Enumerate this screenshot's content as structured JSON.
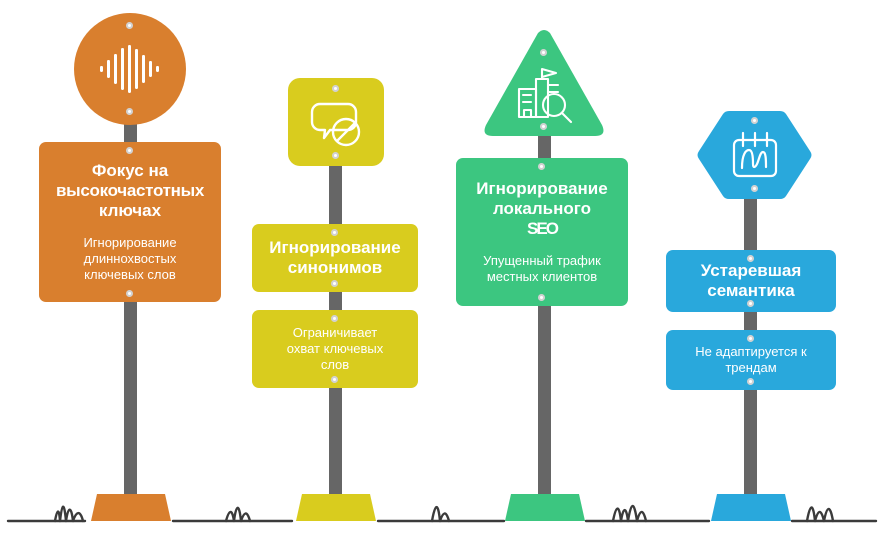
{
  "infographic": {
    "title_visible": false,
    "background": "#ffffff",
    "ground_color": "#3b3b3b"
  },
  "columns": [
    {
      "id": "col-orange",
      "color": "#d97f2e",
      "head_shape": "circle",
      "icon": "audio-waveform-icon",
      "panels": [
        {
          "type": "combined",
          "title": "Фокус на\nвысокочастотных\nключах",
          "subtitle": "Игнорирование\nдлиннохвостых\nключевых слов"
        }
      ]
    },
    {
      "id": "col-yellow",
      "color": "#d9cc1e",
      "head_shape": "rounded-square",
      "icon": "speech-bubble-blocked-icon",
      "panels": [
        {
          "type": "title",
          "title": "Игнорирование\nсинонимов"
        },
        {
          "type": "subtitle",
          "subtitle": "Ограничивает\nохват ключевых\nслов"
        }
      ]
    },
    {
      "id": "col-green",
      "color": "#3cc680",
      "head_shape": "triangle",
      "icon": "city-search-icon",
      "panels": [
        {
          "type": "combined",
          "title": "Игнорирование\nлокального\nSEO",
          "subtitle": "Упущенный трафик\nместных клиентов"
        }
      ]
    },
    {
      "id": "col-blue",
      "color": "#29a8dc",
      "head_shape": "hexagon",
      "icon": "calendar-trend-icon",
      "panels": [
        {
          "type": "title",
          "title": "Устаревшая\nсемантика"
        },
        {
          "type": "subtitle",
          "subtitle": "Не адаптируется к\nтрендам"
        }
      ]
    }
  ],
  "labels": {
    "orange_title_l1": "Фокус на",
    "orange_title_l2": "высокочастотных",
    "orange_title_l3": "ключах",
    "orange_sub_l1": "Игнорирование",
    "orange_sub_l2": "длиннохвостых",
    "orange_sub_l3": "ключевых слов",
    "yellow_title_l1": "Игнорирование",
    "yellow_title_l2": "синонимов",
    "yellow_sub_l1": "Ограничивает",
    "yellow_sub_l2": "охват ключевых",
    "yellow_sub_l3": "слов",
    "green_title_l1": "Игнорирование",
    "green_title_l2": "локального",
    "green_title_l3": "SEO",
    "green_sub_l1": "Упущенный трафик",
    "green_sub_l2": "местных клиентов",
    "blue_title_l1": "Устаревшая",
    "blue_title_l2": "семантика",
    "blue_sub_l1": "Не адаптируется к",
    "blue_sub_l2": "трендам"
  },
  "colors": {
    "orange": "#d97f2e",
    "yellow": "#d9cc1e",
    "green": "#3cc680",
    "blue": "#29a8dc",
    "post": "#666666",
    "ground": "#3b3b3b",
    "white": "#ffffff"
  }
}
